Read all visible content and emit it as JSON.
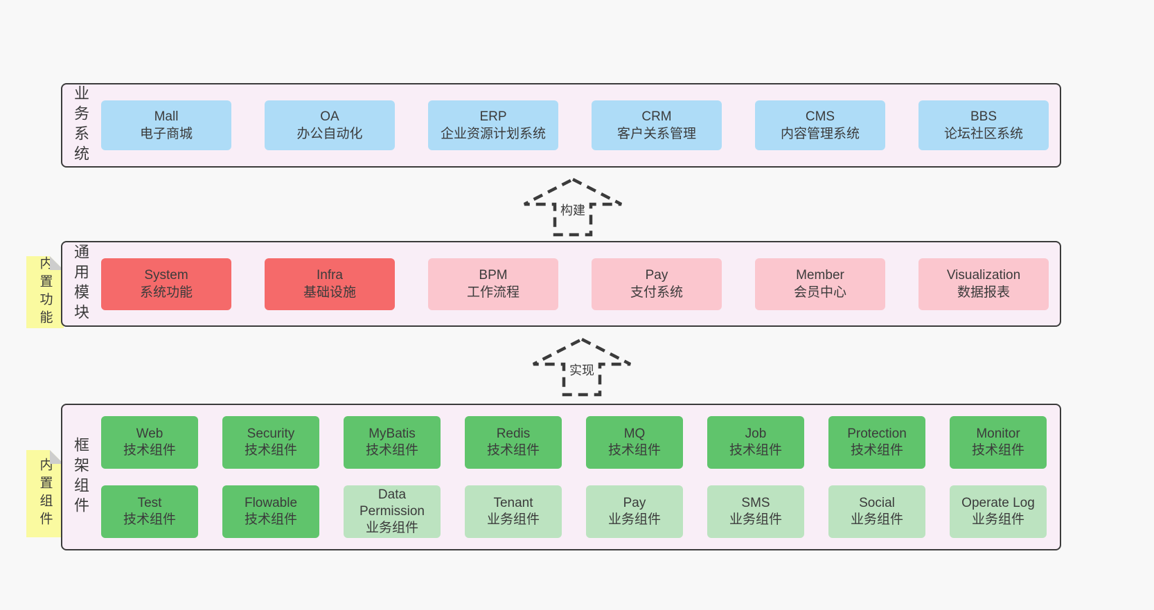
{
  "colors": {
    "bg": "#f8f8f8",
    "panel": "#f9eef7",
    "line": "#3b3b3b",
    "text": "#3a3a3a",
    "blue": "#aedcf7",
    "red": "#f56a6a",
    "pink": "#fbc6ce",
    "green": "#60c46c",
    "lightgreen": "#bce3c0",
    "yellow": "#fafaa0",
    "fold": "#cdcdcd"
  },
  "sections": {
    "business": {
      "label": "业务系统",
      "items": [
        {
          "en": "Mall",
          "zh": "电子商城",
          "variant": "blue"
        },
        {
          "en": "OA",
          "zh": "办公自动化",
          "variant": "blue"
        },
        {
          "en": "ERP",
          "zh": "企业资源计划系统",
          "variant": "blue"
        },
        {
          "en": "CRM",
          "zh": "客户关系管理",
          "variant": "blue"
        },
        {
          "en": "CMS",
          "zh": "内容管理系统",
          "variant": "blue"
        },
        {
          "en": "BBS",
          "zh": "论坛社区系统",
          "variant": "blue"
        }
      ]
    },
    "arrow_build": {
      "label": "构建"
    },
    "modules": {
      "label": "通用模块",
      "sticky": "内置功能",
      "items": [
        {
          "en": "System",
          "zh": "系统功能",
          "variant": "red"
        },
        {
          "en": "Infra",
          "zh": "基础设施",
          "variant": "red"
        },
        {
          "en": "BPM",
          "zh": "工作流程",
          "variant": "pink"
        },
        {
          "en": "Pay",
          "zh": "支付系统",
          "variant": "pink"
        },
        {
          "en": "Member",
          "zh": "会员中心",
          "variant": "pink"
        },
        {
          "en": "Visualization",
          "zh": "数据报表",
          "variant": "pink"
        }
      ]
    },
    "arrow_implement": {
      "label": "实现"
    },
    "components": {
      "label": "框架组件",
      "sticky": "内置组件",
      "row1": [
        {
          "en": "Web",
          "zh": "技术组件",
          "variant": "green"
        },
        {
          "en": "Security",
          "zh": "技术组件",
          "variant": "green"
        },
        {
          "en": "MyBatis",
          "zh": "技术组件",
          "variant": "green"
        },
        {
          "en": "Redis",
          "zh": "技术组件",
          "variant": "green"
        },
        {
          "en": "MQ",
          "zh": "技术组件",
          "variant": "green"
        },
        {
          "en": "Job",
          "zh": "技术组件",
          "variant": "green"
        },
        {
          "en": "Protection",
          "zh": "技术组件",
          "variant": "green"
        },
        {
          "en": "Monitor",
          "zh": "技术组件",
          "variant": "green"
        }
      ],
      "row2": [
        {
          "en": "Test",
          "zh": "技术组件",
          "variant": "green"
        },
        {
          "en": "Flowable",
          "zh": "技术组件",
          "variant": "green"
        },
        {
          "en": "Data Permission",
          "zh": "业务组件",
          "variant": "lightgreen"
        },
        {
          "en": "Tenant",
          "zh": "业务组件",
          "variant": "lightgreen"
        },
        {
          "en": "Pay",
          "zh": "业务组件",
          "variant": "lightgreen"
        },
        {
          "en": "SMS",
          "zh": "业务组件",
          "variant": "lightgreen"
        },
        {
          "en": "Social",
          "zh": "业务组件",
          "variant": "lightgreen"
        },
        {
          "en": "Operate Log",
          "zh": "业务组件",
          "variant": "lightgreen"
        }
      ]
    }
  }
}
